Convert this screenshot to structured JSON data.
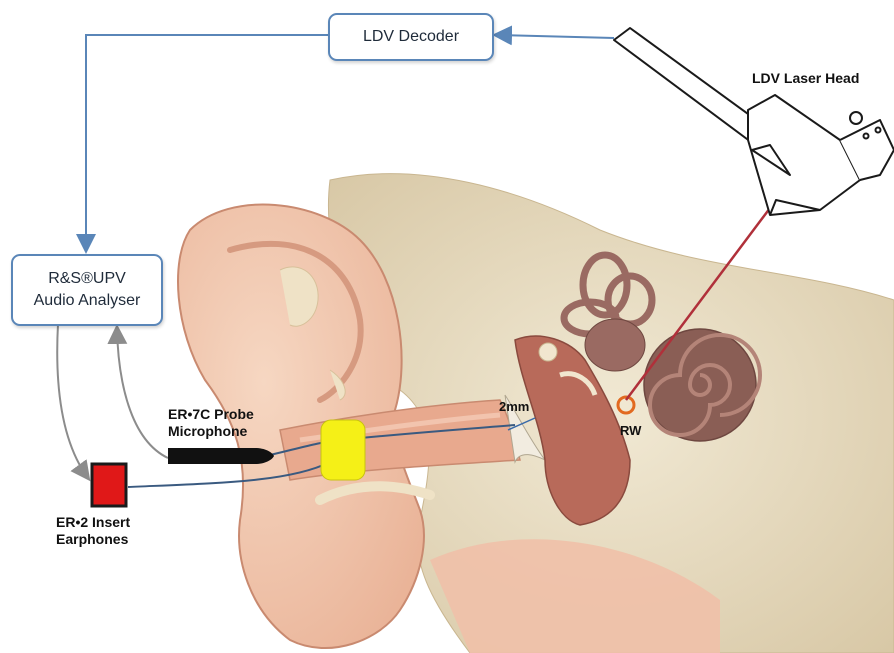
{
  "labels": {
    "ldv_decoder": "LDV Decoder",
    "audio_analyser_line1": "R&S®UPV",
    "audio_analyser_line2": "Audio Analyser",
    "laser_head": "LDV Laser Head",
    "probe_line1": "ER•7C Probe",
    "probe_line2": "Microphone",
    "earphones_line1": "ER•2 Insert",
    "earphones_line2": "Earphones",
    "distance": "2mm",
    "round_window": "RW"
  },
  "colors": {
    "signal_line": "#5a86b8",
    "return_line": "#8c8c8c",
    "laser_beam": "#b0303a",
    "earplug": "#f5f017",
    "earphone_box": "#e01818",
    "skin": "#f2c7ac",
    "bone": "#e8dcc0",
    "cochlea": "#8a5e55"
  },
  "icons": [
    "laser-head-icon",
    "earphone-icon",
    "probe-microphone-icon",
    "earplug-icon",
    "cochlea-icon"
  ]
}
